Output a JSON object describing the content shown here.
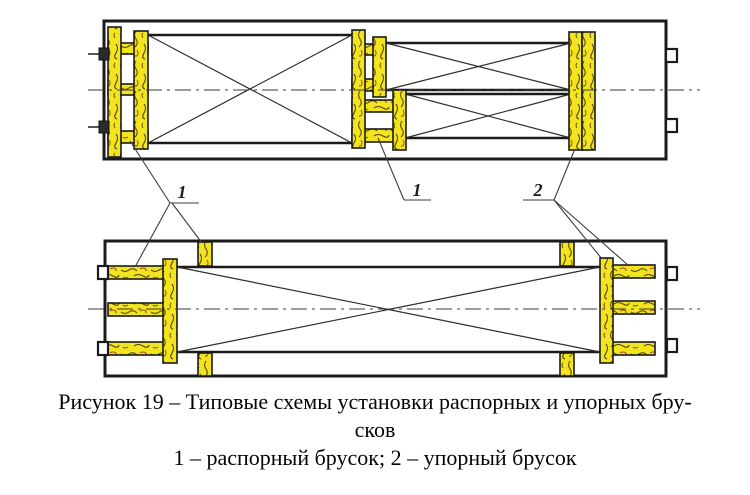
{
  "figure": {
    "caption_line1": "Рисунок 19 – Типовые схемы установки распорных и упорных бру-",
    "caption_line2": "сков",
    "legend": "1 – распорный брусок; 2 – упорный брусок"
  },
  "callouts": {
    "spacer_left": "1",
    "spacer_middle": "1",
    "stop": "2"
  },
  "colors": {
    "wood_fill": "#F2E41E",
    "drawing_line": "#1b1b1b"
  }
}
